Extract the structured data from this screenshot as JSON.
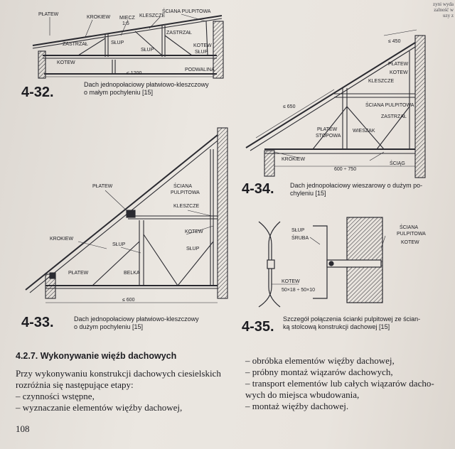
{
  "corner_text": [
    "zyni wyda",
    "zalność w",
    "uzy z"
  ],
  "fig32": {
    "number": "4-32.",
    "caption": [
      "Dach jednopołaciowy płatwiowo-kleszczowy",
      "o małym pochyleniu [15]"
    ],
    "labels": {
      "platew": "PŁATEW",
      "krokiew": "KROKIEW",
      "miecz": "MIECZ",
      "slope": "1:5",
      "kleszcze": "KLESZCZE",
      "sciana": "ŚCIANA PULPITOWA",
      "zastrzal_r": "ZASTRZAŁ",
      "zastrzal_l": "ZASTRZAŁ",
      "slup1": "SŁUP",
      "slup2": "SŁUP",
      "kotew_r": "KOTEW",
      "slup_r": "SŁUP",
      "kotew_l": "KOTEW",
      "podwalina": "PODWALINA",
      "dim": "≤ 1200"
    }
  },
  "fig33": {
    "number": "4-33.",
    "caption": [
      "Dach jednopołaciowy płatwiowo-kleszczowy",
      "o dużym pochyleniu [15]"
    ],
    "labels": {
      "platew_top": "PŁATEW",
      "sciana": "ŚCIANA",
      "pulpitowa": "PULPITOWA",
      "kleszcze": "KLESZCZE",
      "kotew": "KOTEW",
      "krokiew": "KROKIEW",
      "slup_mid": "SŁUP",
      "slup_r": "SŁUP",
      "platew_bottom": "PŁATEW",
      "belka": "BELKA",
      "dim": "≤ 600"
    }
  },
  "fig34": {
    "number": "4-34.",
    "caption": [
      "Dach jednopołaciowy wieszarowy o dużym po-",
      "chyleniu [15]"
    ],
    "labels": {
      "dim_top": "≤ 450",
      "platew": "PŁATEW",
      "kotew": "KOTEW",
      "kleszcze": "KLESZCZE",
      "dim_slope": "≤ 650",
      "sciana": "ŚCIANA PULPITOWA",
      "zastrzal": "ZASTRZAŁ",
      "platew_stop": "PŁATEW",
      "stopowa": "STOPOWA",
      "wieszak": "WIESZAK",
      "krokiew": "KROKIEW",
      "dim_bottom": "600 ÷ 750",
      "sciag": "ŚCIĄG"
    }
  },
  "fig35": {
    "number": "4-35.",
    "caption": [
      "Szczegół połączenia ścianki pulpitowej ze ścian-",
      "ką stolcową konstrukcji dachowej [15]"
    ],
    "labels": {
      "slup": "SŁUP",
      "sruba": "ŚRUBA",
      "sciana": "ŚCIANA",
      "pulpitowa": "PULPITOWA",
      "kotew_r": "KOTEW",
      "kotew_l": "KOTEW",
      "kotew_dim": "50×18 ÷ 50×10"
    }
  },
  "section_title": "4.2.7. Wykonywanie więźb dachowych",
  "text_left": [
    "Przy wykonywaniu konstrukcji dachowych ciesielskich",
    "rozróżnia się następujące etapy:",
    "– czynności wstępne,",
    "– wyznaczanie elementów więźby dachowej,"
  ],
  "text_right": [
    "– obróbka elementów więźby dachowej,",
    "– próbny montaż wiązarów dachowych,",
    "– transport elementów lub całych wiązarów dacho-",
    "wych do miejsca wbudowania,",
    "– montaż więźby dachowej."
  ],
  "page_number": "108"
}
